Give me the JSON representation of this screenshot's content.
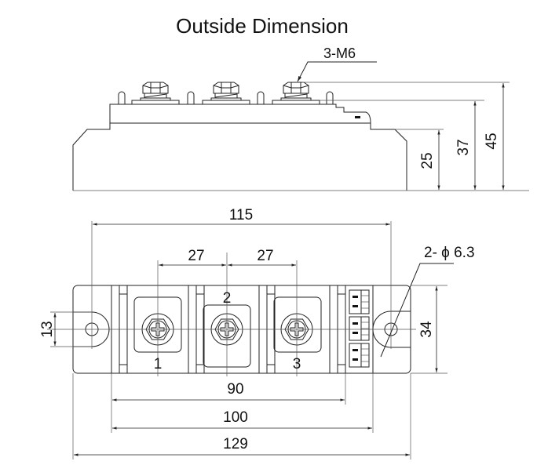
{
  "title": "Outside Dimension",
  "side_view": {
    "thread_label": "3-M6",
    "dims": {
      "base_height": "25",
      "terminal_height": "37",
      "total_height": "45"
    }
  },
  "top_view": {
    "dims": {
      "hole_pitch": "115",
      "terminal_pitch_left": "27",
      "terminal_pitch_right": "27",
      "hole_label": "2- ϕ 6.3",
      "ear_height": "13",
      "width": "34",
      "inner_90": "90",
      "inner_100": "100",
      "length": "129"
    },
    "terminals": [
      "1",
      "2",
      "3"
    ]
  }
}
